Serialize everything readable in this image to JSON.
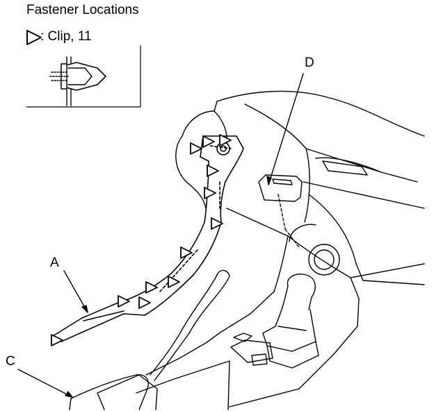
{
  "title": "Fastener Locations",
  "legend": {
    "symbol": "triangle-clip-icon",
    "text": ": Clip, 11"
  },
  "callouts": {
    "a": "A",
    "c": "C",
    "d": "D"
  }
}
